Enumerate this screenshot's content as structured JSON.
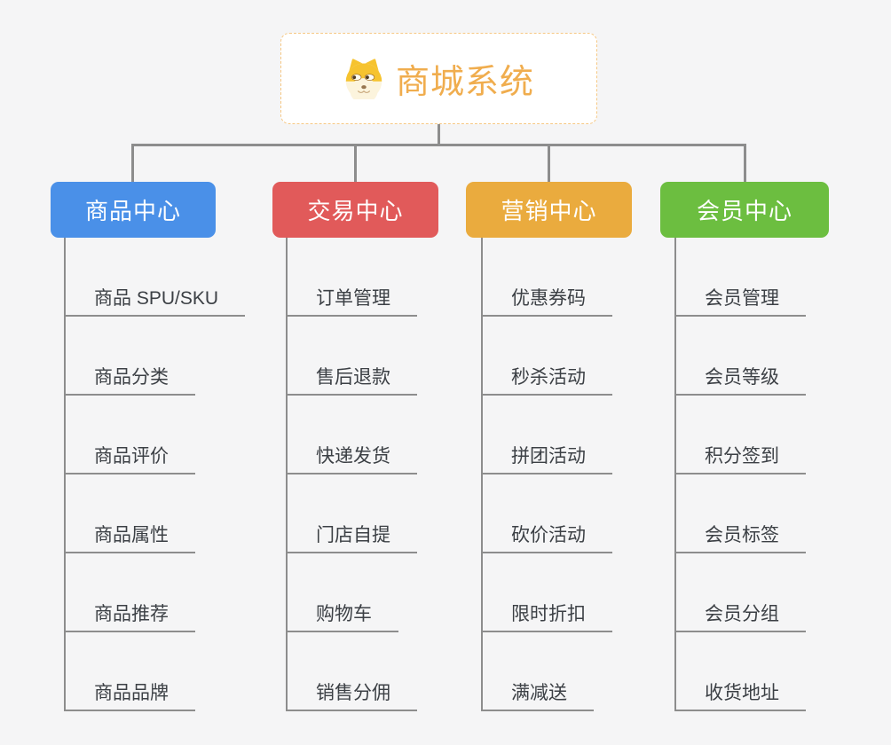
{
  "page": {
    "background": "#F5F5F6",
    "connector_color": "#8D8D8D"
  },
  "root": {
    "title": "商城系统",
    "icon": "dog-mascot-icon",
    "text_color": "#F0AD4E",
    "border_color": "#F6C884"
  },
  "branches": [
    {
      "label": "商品中心",
      "color": "#4A90E8",
      "items": [
        "商品 SPU/SKU",
        "商品分类",
        "商品评价",
        "商品属性",
        "商品推荐",
        "商品品牌"
      ]
    },
    {
      "label": "交易中心",
      "color": "#E15A5A",
      "items": [
        "订单管理",
        "售后退款",
        "快递发货",
        "门店自提",
        "购物车",
        "销售分佣"
      ]
    },
    {
      "label": "营销中心",
      "color": "#EAAB3E",
      "items": [
        "优惠券码",
        "秒杀活动",
        "拼团活动",
        "砍价活动",
        "限时折扣",
        "满减送"
      ]
    },
    {
      "label": "会员中心",
      "color": "#6CBE40",
      "items": [
        "会员管理",
        "会员等级",
        "积分签到",
        "会员标签",
        "会员分组",
        "收货地址"
      ]
    }
  ]
}
